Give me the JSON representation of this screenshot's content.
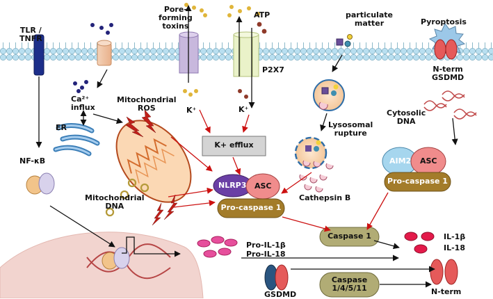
{
  "labels": {
    "tlr_tnfr": [
      "TLR /",
      "TNFR"
    ],
    "pore_forming_toxins": [
      "Pore-",
      "forming",
      "toxins"
    ],
    "atp": "ATP",
    "particulate_matter": [
      "particulate",
      "matter"
    ],
    "pyroptosis": "Pyroptosis",
    "nterm_gsdmd": [
      "N-term",
      "GSDMD"
    ],
    "p2x7": "P2X7",
    "ca_influx": [
      "Ca²⁺",
      "influx"
    ],
    "mito_ros": [
      "Mitochondrial",
      "ROS"
    ],
    "k_plus_left": "K⁺",
    "k_plus_right": "K⁺",
    "er": "ER",
    "k_efflux": "K+ efflux",
    "lysosomal_rupture": [
      "Lysosomal",
      "rupture"
    ],
    "cytosolic_dna": [
      "Cytosolic",
      "DNA"
    ],
    "nf_kb": "NF-κB",
    "mito_dna": [
      "Mitochondrial",
      "DNA"
    ],
    "nlrp3": "NLRP3",
    "asc_1": "ASC",
    "pro_caspase_1_a": "Pro-caspase 1",
    "aim2": "AIM2",
    "asc_2": "ASC",
    "pro_caspase_1_b": "Pro-caspase 1",
    "cathepsin_b": "Cathepsin B",
    "caspase_1": "Caspase 1",
    "pro_il1b": "Pro-IL-1β",
    "pro_il18": "Pro-IL-18",
    "il1b": "IL-1β",
    "il18": "IL-18",
    "gsdmd": "GSDMD",
    "caspase_1_4_5_11": [
      "Caspase",
      "1/4/5/11"
    ],
    "n_term": "N-term"
  },
  "colors": {
    "membrane_head": "#b9dff0",
    "nucleus": "#f2d4cf",
    "arrow_red": "#cc1111",
    "nlrp3": "#6a3fa5",
    "asc": "#f08c8c",
    "pro_caspase": "#a37c2a",
    "caspase_pill": "#b1ac75",
    "aim2": "#a6d6ee",
    "kefflux_box": "#d4d4d4"
  }
}
